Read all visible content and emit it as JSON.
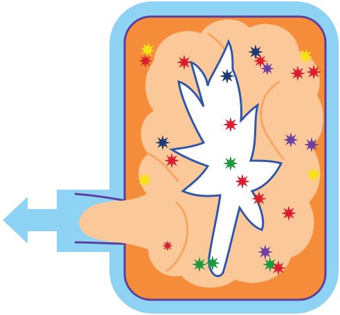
{
  "colors": {
    "background": "#ffffff",
    "outer_frame": "#8fd3f4",
    "container_fill": "#f58c3a",
    "container_border": "#5b3f9e",
    "inner_mass": "#fbc89a",
    "inner_mass_outline": "#f5a561",
    "cavity": "#ffffff",
    "cavity_outline": "#2f56a8",
    "arrow": "#8fd3f4"
  },
  "particles": [
    {
      "color": "#f7e214",
      "shape": "star"
    },
    {
      "color": "#d91e2e",
      "shape": "burst"
    },
    {
      "color": "#d91e2e",
      "shape": "burst"
    },
    {
      "color": "#1e3a6e",
      "shape": "burst"
    },
    {
      "color": "#d91e2e",
      "shape": "burst"
    },
    {
      "color": "#6b3fa0",
      "shape": "burst"
    },
    {
      "color": "#1e3a6e",
      "shape": "burst"
    },
    {
      "color": "#f7e214",
      "shape": "star"
    },
    {
      "color": "#d91e2e",
      "shape": "burst"
    },
    {
      "color": "#d91e2e",
      "shape": "burst"
    },
    {
      "color": "#d91e2e",
      "shape": "burst"
    },
    {
      "color": "#1e3a6e",
      "shape": "burst"
    },
    {
      "color": "#d91e2e",
      "shape": "burst"
    },
    {
      "color": "#1a9a3c",
      "shape": "burst"
    },
    {
      "color": "#6b3fa0",
      "shape": "burst"
    },
    {
      "color": "#6b3fa0",
      "shape": "burst"
    },
    {
      "color": "#f7e214",
      "shape": "star"
    },
    {
      "color": "#d91e2e",
      "shape": "burst"
    },
    {
      "color": "#f7e214",
      "shape": "star"
    },
    {
      "color": "#d91e2e",
      "shape": "burst"
    },
    {
      "color": "#d91e2e",
      "shape": "burst"
    },
    {
      "color": "#d91e2e",
      "shape": "burst"
    },
    {
      "color": "#1a9a3c",
      "shape": "burst"
    },
    {
      "color": "#1a9a3c",
      "shape": "burst"
    },
    {
      "color": "#6b3fa0",
      "shape": "burst"
    },
    {
      "color": "#1a9a3c",
      "shape": "burst"
    },
    {
      "color": "#d91e2e",
      "shape": "burst"
    }
  ]
}
